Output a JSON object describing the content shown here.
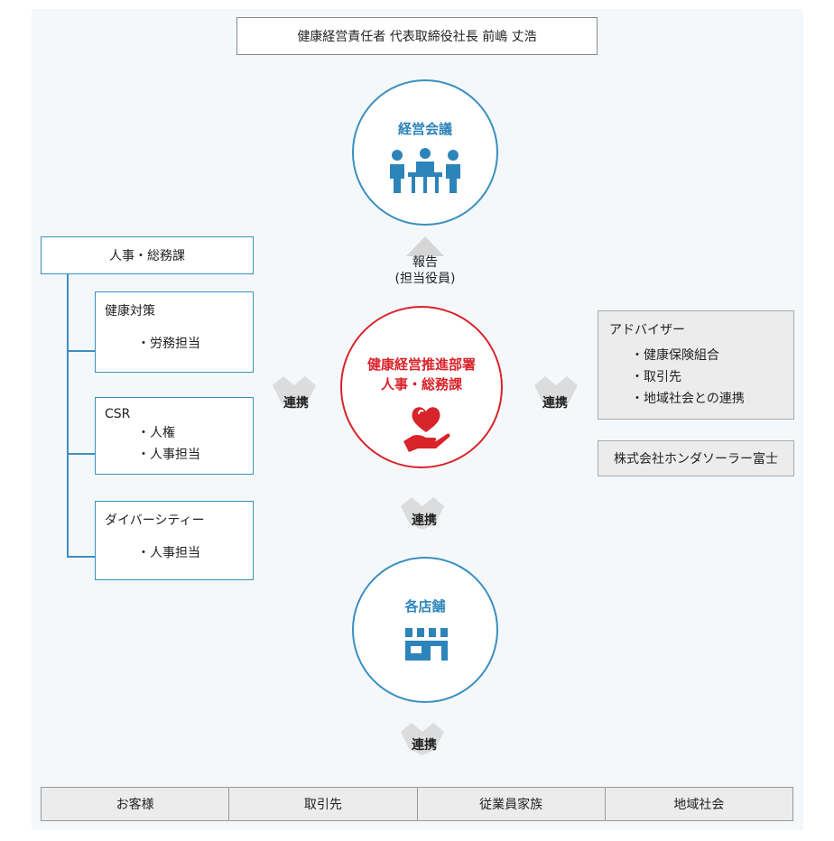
{
  "header": {
    "title": "健康経営責任者 代表取締役社長 前嶋 丈浩"
  },
  "meeting": {
    "title": "経営会議"
  },
  "report": {
    "line1": "報告",
    "line2": "(担当役員)"
  },
  "center": {
    "line1": "健康経営推進部署",
    "line2": "人事・総務課"
  },
  "left": {
    "title": "人事・総務課",
    "items": [
      {
        "title": "健康対策",
        "bullets": [
          "・労務担当"
        ]
      },
      {
        "title": "CSR",
        "bullets": [
          "・人権",
          "・人事担当"
        ]
      },
      {
        "title": "ダイバーシティー",
        "bullets": [
          "・人事担当"
        ]
      }
    ]
  },
  "right": {
    "advisor_title": "アドバイザー",
    "advisor_items": [
      "・健康保険組合",
      "・取引先",
      "・地域社会との連携"
    ],
    "partner": "株式会社ホンダソーラー富士"
  },
  "links": {
    "left": "連携",
    "right": "連携",
    "center": "連携",
    "bottom": "連携"
  },
  "stores": {
    "title": "各店舗"
  },
  "bottom": [
    "お客様",
    "取引先",
    "従業員家族",
    "地域社会"
  ],
  "colors": {
    "blue": "#3b8fbf",
    "red": "#d8232a",
    "gray_fill": "#ececec"
  }
}
